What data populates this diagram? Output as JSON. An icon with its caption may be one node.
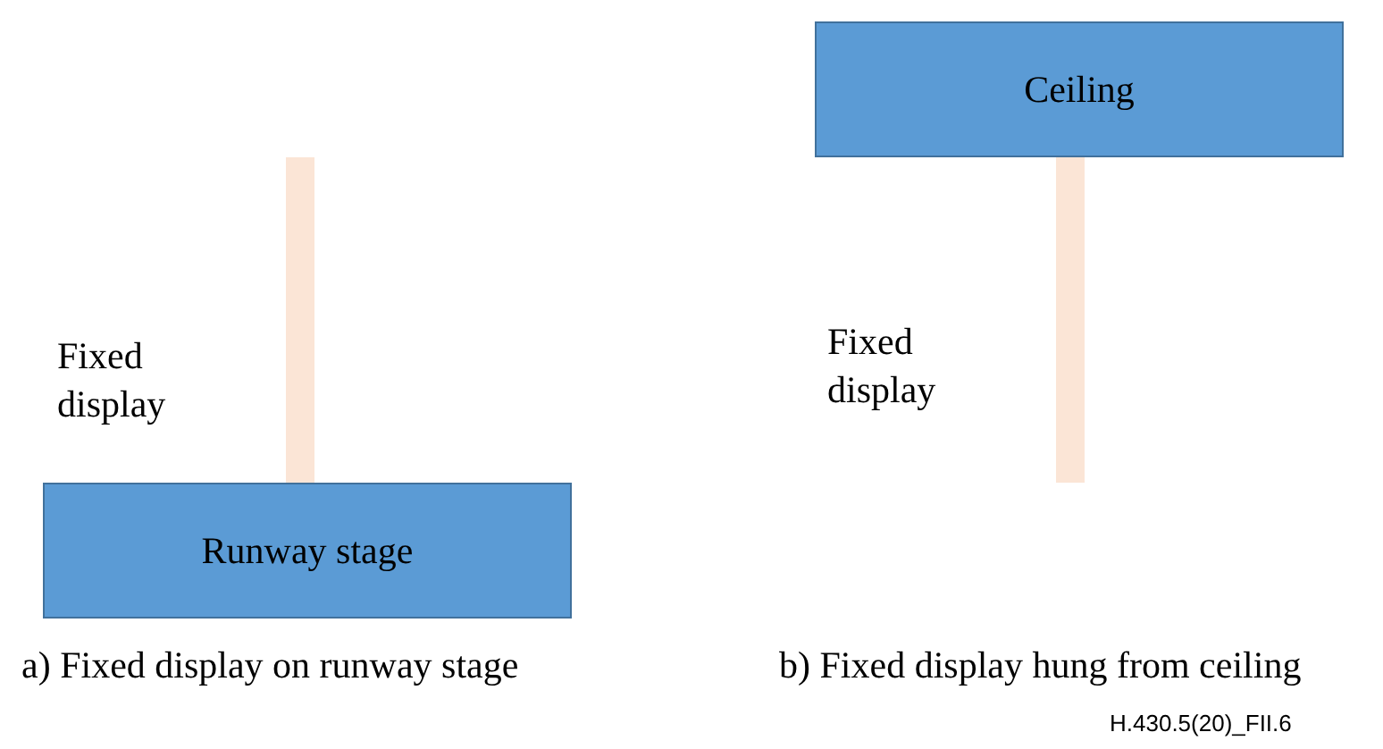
{
  "diagram": {
    "nodes": [
      {
        "text": [],
        "shape": "bar"
      },
      {
        "text": [
          "Runway stage"
        ]
      },
      {
        "text": [
          "Ceiling"
        ]
      },
      {
        "text": [],
        "shape": "bar"
      }
    ],
    "labels": [
      "Fixed display",
      "Fixed display",
      "a) Fixed display on runway stage",
      "b) Fixed display hung from ceiling",
      "H.430.5(20)_FII.6"
    ]
  }
}
